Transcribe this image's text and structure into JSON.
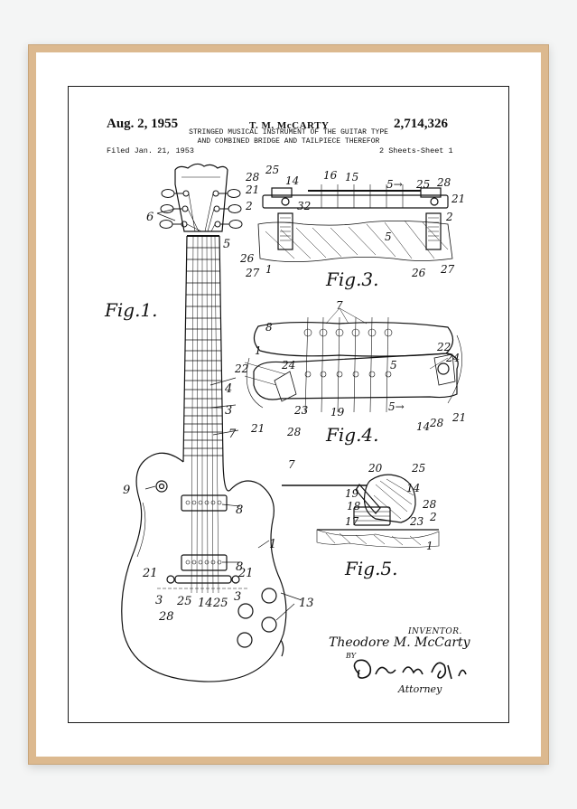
{
  "header": {
    "date": "Aug. 2, 1955",
    "inventor": "T. M. McCARTY",
    "patent_number": "2,714,326",
    "title_line1": "STRINGED MUSICAL INSTRUMENT OF THE GUITAR TYPE",
    "title_line2": "AND COMBINED BRIDGE AND TAILPIECE THEREFOR",
    "filed": "Filed Jan. 21, 1953",
    "sheets": "2 Sheets-Sheet 1"
  },
  "figures": {
    "fig1": "Fig.1.",
    "fig3": "Fig.3.",
    "fig4": "Fig.4.",
    "fig5": "Fig.5."
  },
  "signature": {
    "inventor_label": "INVENTOR.",
    "inventor_name": "Theodore M. McCarty",
    "by": "BY",
    "attorney": "Attorney"
  },
  "colors": {
    "frame": "#dcb98f",
    "mat": "#ffffff",
    "ink": "#111111"
  }
}
